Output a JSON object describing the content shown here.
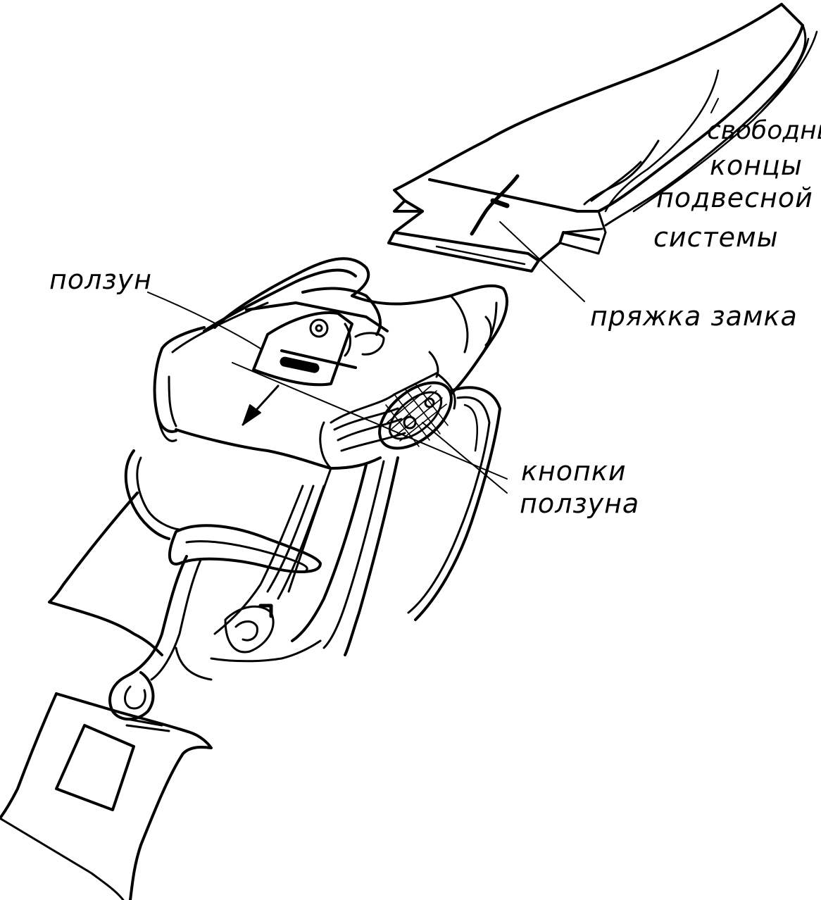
{
  "diagram": {
    "labels": {
      "free_ends": [
        "свободные",
        "концы",
        "подвесной",
        "системы"
      ],
      "buckle": "пряжка замка",
      "slider": "ползун",
      "slider_buttons": [
        "кнопки",
        "ползуна"
      ]
    },
    "colors": {
      "ink": "#000000",
      "paper": "#ffffff"
    }
  }
}
